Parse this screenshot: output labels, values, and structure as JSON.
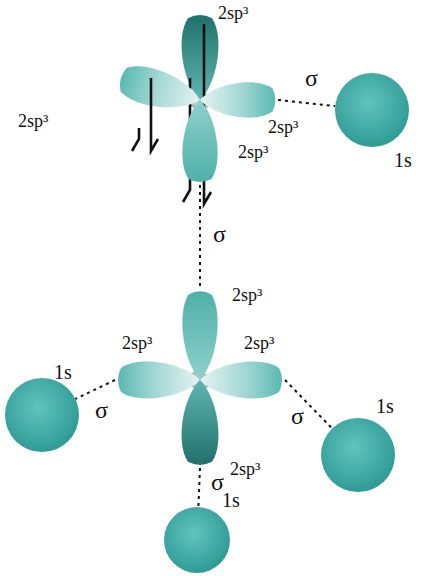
{
  "diagram": {
    "nodes": [
      {
        "text": [
          "2sp³"
        ]
      },
      {
        "text": [
          "2sp³"
        ]
      },
      {
        "text": [
          "2sp³"
        ]
      },
      {
        "text": [
          "2sp³"
        ]
      },
      {
        "text": [
          "1s"
        ]
      },
      {
        "text": [
          "2sp³"
        ]
      },
      {
        "text": [
          "2sp³"
        ]
      },
      {
        "text": [
          "2sp³"
        ]
      },
      {
        "text": [
          "2sp³"
        ]
      },
      {
        "text": [
          "1s"
        ]
      },
      {
        "text": [
          "1s"
        ]
      },
      {
        "text": [
          "1s"
        ]
      }
    ],
    "edges": [
      {
        "from": 2,
        "to": 4,
        "arrow": "none",
        "label": "σ"
      },
      {
        "from": 3,
        "to": 5,
        "arrow": "none",
        "label": "σ"
      },
      {
        "from": 6,
        "to": 9,
        "arrow": "none",
        "label": "σ"
      },
      {
        "from": 7,
        "to": 10,
        "arrow": "none",
        "label": "σ"
      },
      {
        "from": 8,
        "to": 11,
        "arrow": "none",
        "label": "σ"
      }
    ]
  }
}
